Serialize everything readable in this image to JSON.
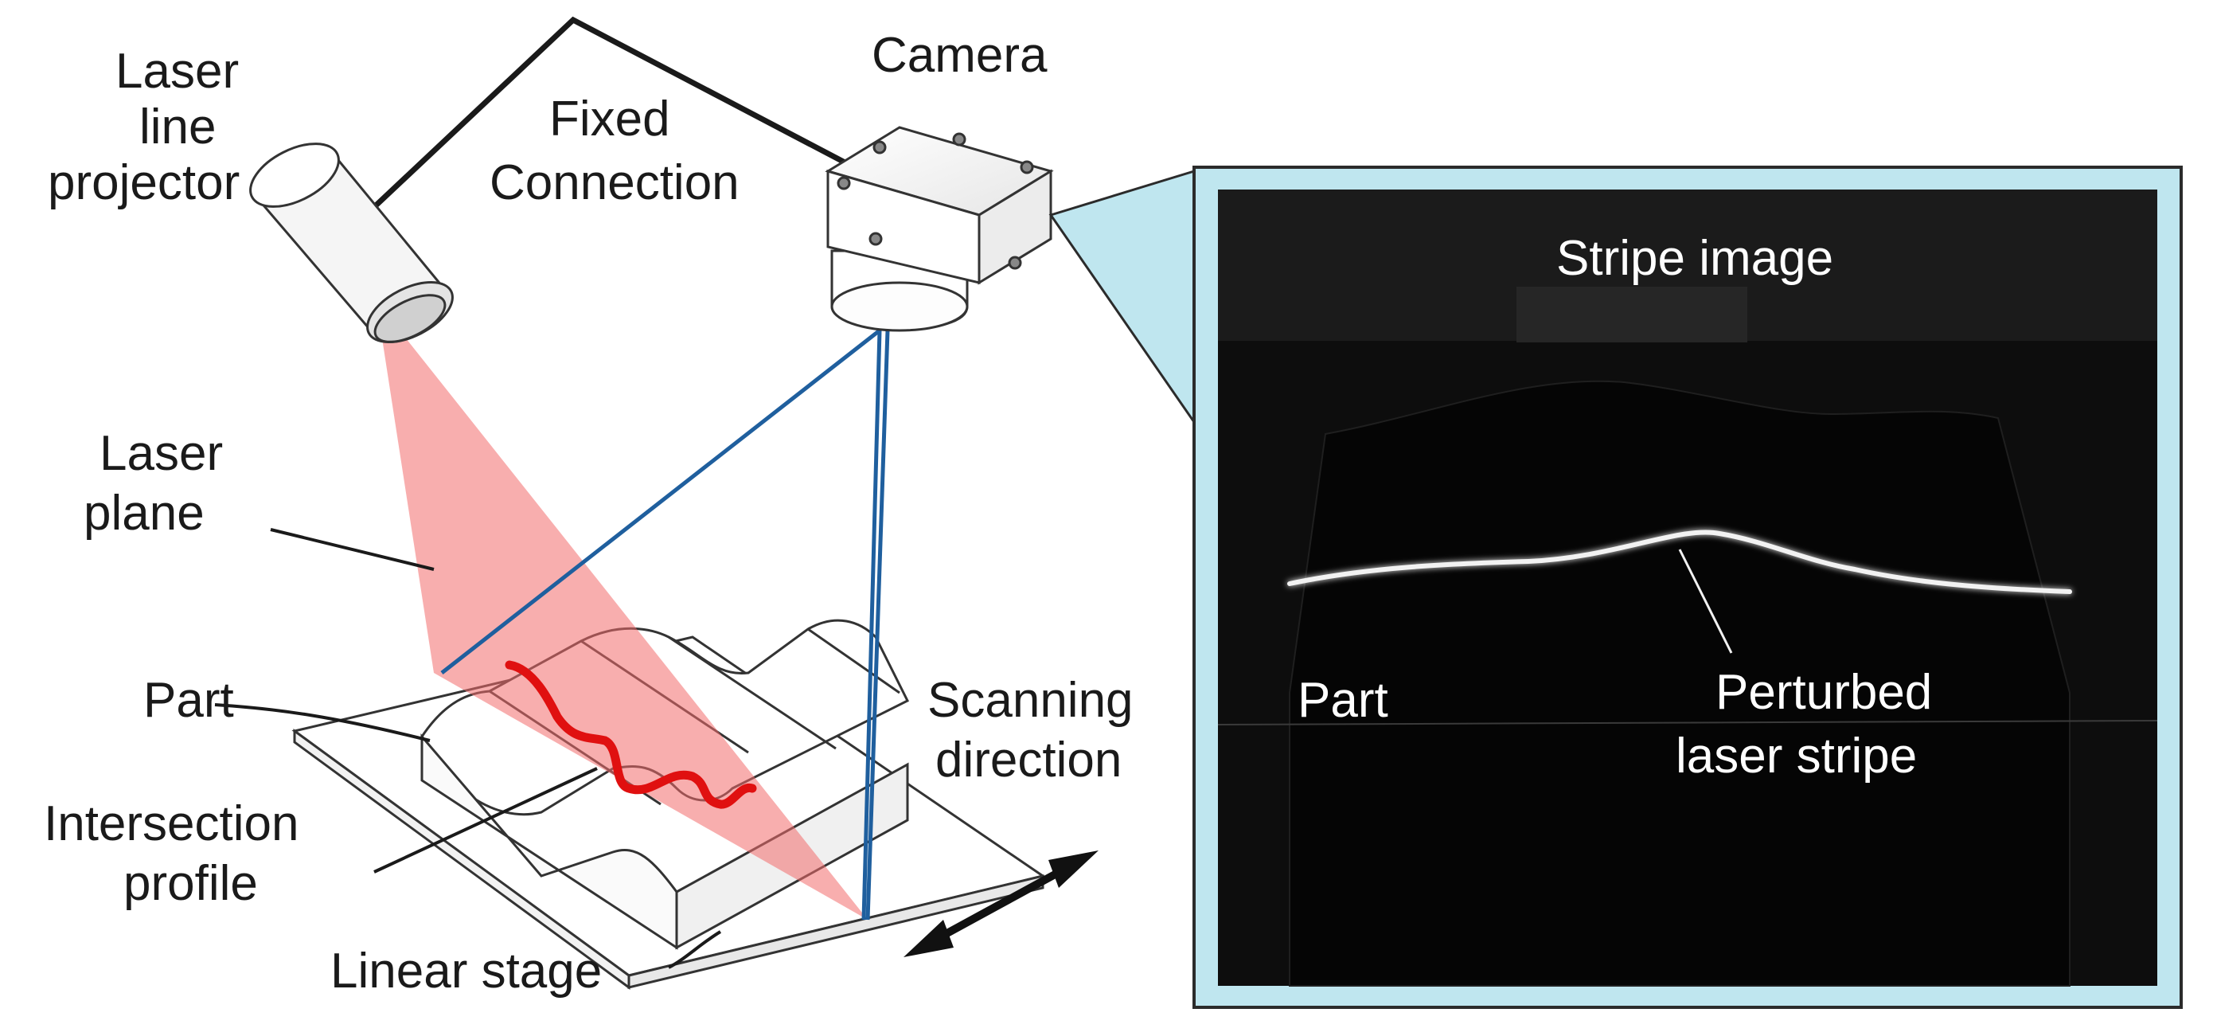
{
  "labels": {
    "laser_projector": [
      "Laser",
      "line",
      "projector"
    ],
    "fixed_connection": [
      "Fixed",
      "Connection"
    ],
    "camera": "Camera",
    "laser_plane": [
      "Laser",
      "plane"
    ],
    "part": "Part",
    "intersection_profile": [
      "Intersection",
      "profile"
    ],
    "linear_stage": "Linear stage",
    "scanning_direction": [
      "Scanning",
      "direction"
    ],
    "stripe_image": "Stripe image",
    "inset_part": "Part",
    "perturbed_stripe": [
      "Perturbed",
      "laser stripe"
    ]
  },
  "colors": {
    "laser_plane": "#f26b6b",
    "intersection_profile": "#e01010",
    "camera_rays": "#1f5f9e",
    "inset_border": "#2b2b2b",
    "inset_frame": "#bfe6ef",
    "inset_background": "#0d0d0d",
    "stripe": "#f2f2f2"
  },
  "icons": {
    "projector": "laser-projector-icon",
    "camera": "camera-icon",
    "arrow": "double-arrow-icon"
  }
}
